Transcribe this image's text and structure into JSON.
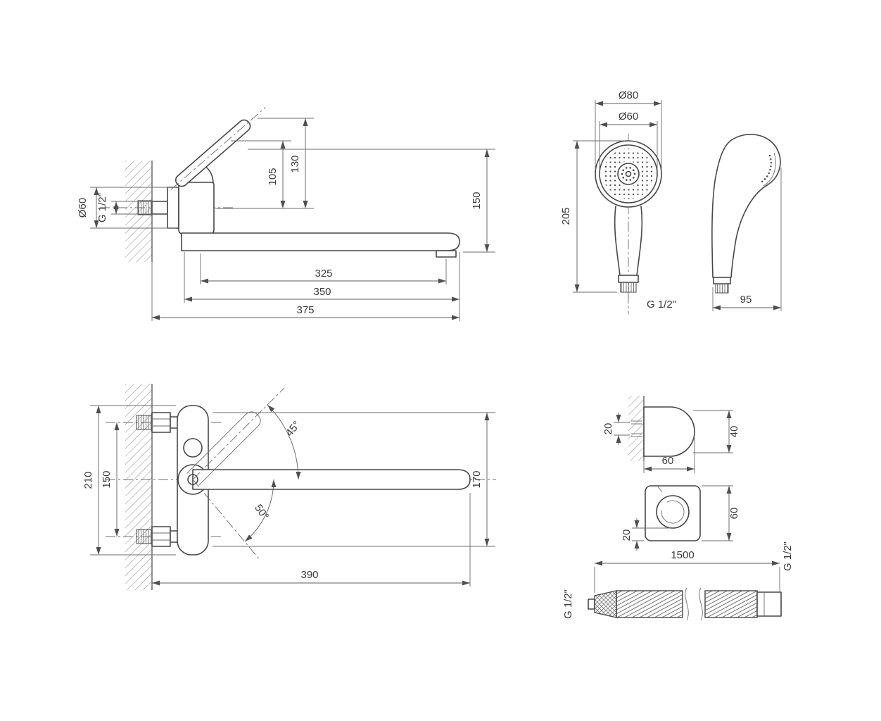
{
  "drawing": {
    "background": "#ffffff",
    "stroke": "#474747",
    "views": {
      "faucet_side": {
        "dia60": "Ø60",
        "thread": "G 1/2\"",
        "h105": "105",
        "h130": "130",
        "h150": "150",
        "w325": "325",
        "w350": "350",
        "w375": "375"
      },
      "handshower": {
        "dia80": "Ø80",
        "dia60": "Ø60",
        "h205": "205",
        "thread": "G 1/2\"",
        "w95": "95"
      },
      "faucet_top": {
        "h210": "210",
        "h150": "150",
        "a45": "45°",
        "a50": "50°",
        "h170": "170",
        "w390": "390"
      },
      "holder_side": {
        "o20": "20",
        "h40": "40",
        "d60": "60"
      },
      "holder_front": {
        "o20": "20",
        "h60": "60"
      },
      "hose": {
        "len": "1500",
        "thread_left": "G 1/2\"",
        "thread_right": "G 1/2\""
      }
    }
  }
}
